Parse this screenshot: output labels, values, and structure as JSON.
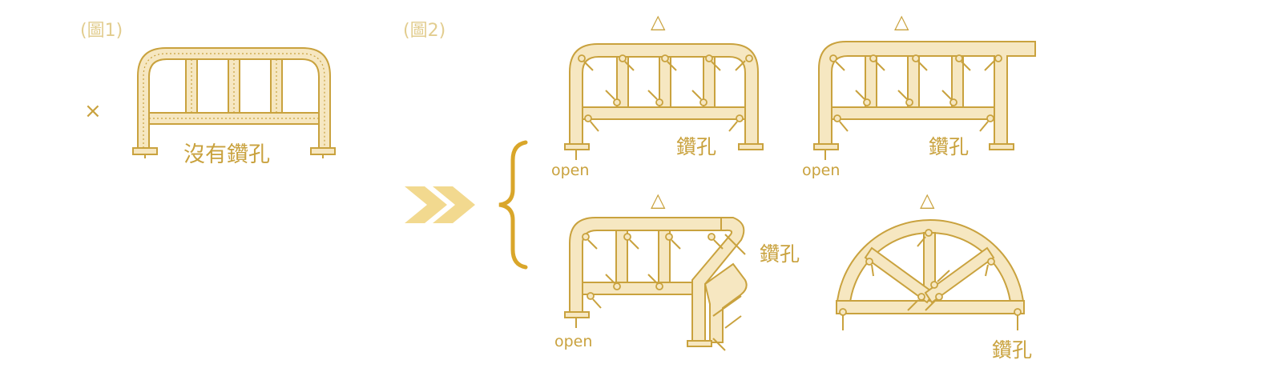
{
  "figure1": {
    "caption": "(圖1)",
    "mark": "×",
    "label": "沒有鑽孔"
  },
  "figure2": {
    "caption": "(圖2)",
    "panels": [
      {
        "top_mark": "△",
        "open_label": "open",
        "hole_label": "鑽孔"
      },
      {
        "top_mark": "△",
        "open_label": "open",
        "hole_label": "鑽孔"
      },
      {
        "top_mark": "△",
        "open_label": "open",
        "hole_label": "鑽孔"
      },
      {
        "top_mark": "△",
        "hole_label": "鑽孔"
      }
    ]
  },
  "colors": {
    "stroke": "#c9a23e",
    "fill": "#f6e7c1",
    "arrow": "#f2d98f",
    "caption": "#e2cd8f"
  }
}
